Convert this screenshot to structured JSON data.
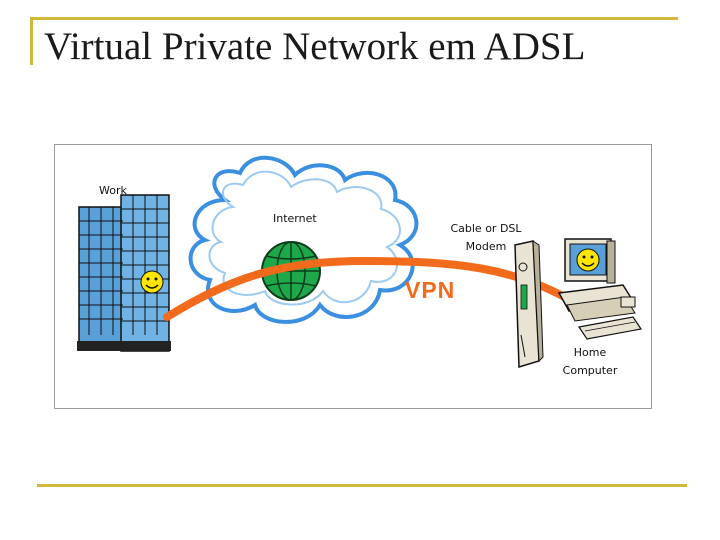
{
  "slide": {
    "title": "Virtual Private Network em ADSL"
  },
  "diagram": {
    "labels": {
      "work": "Work",
      "internet": "Internet",
      "modem_line1": "Cable or DSL",
      "modem_line2": "Modem",
      "vpn": "VPN",
      "home_line1": "Home",
      "home_line2": "Computer"
    },
    "colors": {
      "vpn_tunnel": "#f26a1b",
      "cloud_outline": "#3b8fe0",
      "globe": "#1fa84a",
      "accent_line": "#d4b83a",
      "building": "#5aa0d8",
      "smiley": "#ffe600"
    }
  }
}
